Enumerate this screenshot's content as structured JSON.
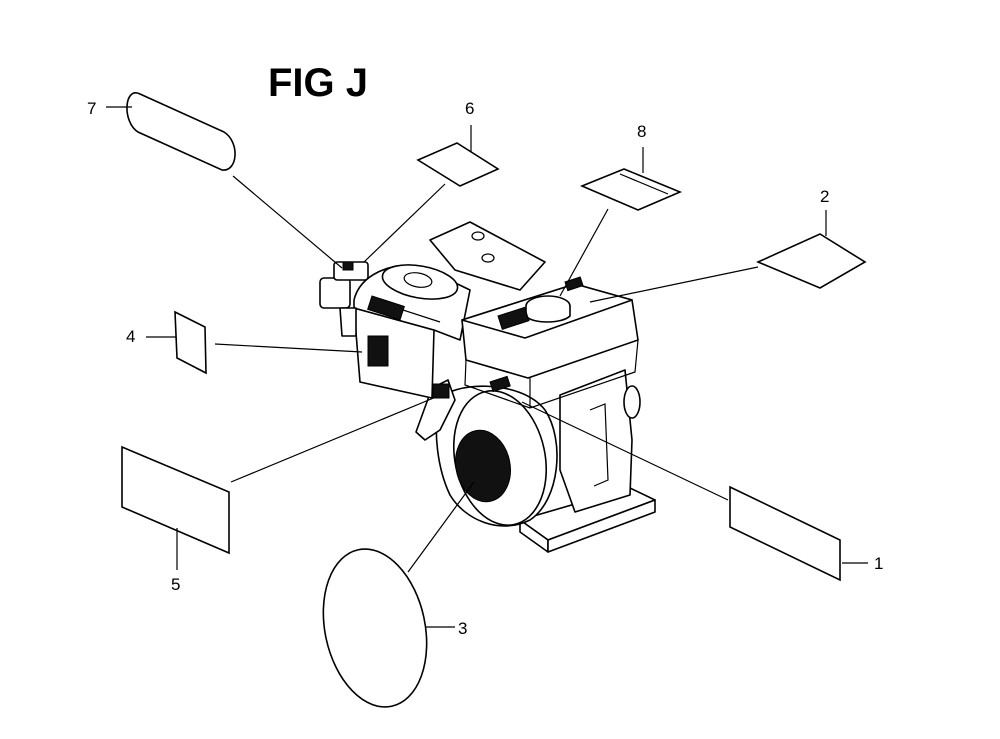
{
  "figure": {
    "title": "FIG J"
  },
  "callouts": [
    {
      "id": "1",
      "text": "1"
    },
    {
      "id": "2",
      "text": "2"
    },
    {
      "id": "3",
      "text": "3"
    },
    {
      "id": "4",
      "text": "4"
    },
    {
      "id": "5",
      "text": "5"
    },
    {
      "id": "6",
      "text": "6"
    },
    {
      "id": "7",
      "text": "7"
    },
    {
      "id": "8",
      "text": "8"
    }
  ]
}
